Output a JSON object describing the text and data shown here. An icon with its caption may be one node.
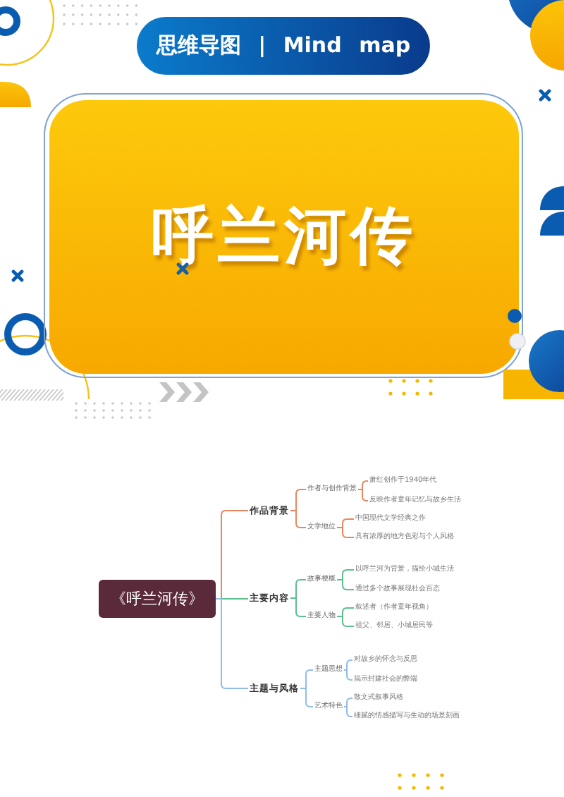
{
  "diagram": {
    "nodes": [
      {
        "text": [
          "思维导图 | Mind map"
        ]
      },
      {
        "text": [
          "呼兰河传"
        ]
      },
      {
        "text": [
          "《呼兰河传》"
        ]
      },
      {
        "text": [
          "作品背景"
        ]
      },
      {
        "text": [
          "作者与创作背景"
        ]
      },
      {
        "text": [
          "萧红创作于1940年代"
        ]
      },
      {
        "text": [
          "反映作者童年记忆与故乡生活"
        ]
      },
      {
        "text": [
          "文学地位"
        ]
      },
      {
        "text": [
          "中国现代文学经典之作"
        ]
      },
      {
        "text": [
          "具有浓厚的地方色彩与个人风格"
        ]
      },
      {
        "text": [
          "主要内容"
        ]
      },
      {
        "text": [
          "故事梗概"
        ]
      },
      {
        "text": [
          "以呼兰河为背景，描绘小城生活"
        ]
      },
      {
        "text": [
          "通过多个故事展现社会百态"
        ]
      },
      {
        "text": [
          "主要人物"
        ]
      },
      {
        "text": [
          "叙述者（作者童年视角）"
        ]
      },
      {
        "text": [
          "祖父、邻居、小城居民等"
        ]
      },
      {
        "text": [
          "主题与风格"
        ]
      },
      {
        "text": [
          "主题思想"
        ]
      },
      {
        "text": [
          "对故乡的怀念与反思"
        ]
      },
      {
        "text": [
          "揭示封建社会的弊端"
        ]
      },
      {
        "text": [
          "艺术特色"
        ]
      },
      {
        "text": [
          "散文式叙事风格"
        ]
      },
      {
        "text": [
          "细腻的情感描写与生动的场景刻画"
        ]
      }
    ],
    "edges": [
      {
        "from": 2,
        "to": 3,
        "arrow": "none",
        "color": "#e8875f"
      },
      {
        "from": 3,
        "to": 4,
        "arrow": "none",
        "color": "#e8875f"
      },
      {
        "from": 4,
        "to": 5,
        "arrow": "none",
        "color": "#e8875f"
      },
      {
        "from": 4,
        "to": 6,
        "arrow": "none",
        "color": "#e8875f"
      },
      {
        "from": 3,
        "to": 7,
        "arrow": "none",
        "color": "#e8875f"
      },
      {
        "from": 7,
        "to": 8,
        "arrow": "none",
        "color": "#e8875f"
      },
      {
        "from": 7,
        "to": 9,
        "arrow": "none",
        "color": "#e8875f"
      },
      {
        "from": 2,
        "to": 10,
        "arrow": "none",
        "color": "#5cbf8e"
      },
      {
        "from": 10,
        "to": 11,
        "arrow": "none",
        "color": "#5cbf8e"
      },
      {
        "from": 11,
        "to": 12,
        "arrow": "none",
        "color": "#5cbf8e"
      },
      {
        "from": 11,
        "to": 13,
        "arrow": "none",
        "color": "#5cbf8e"
      },
      {
        "from": 10,
        "to": 14,
        "arrow": "none",
        "color": "#5cbf8e"
      },
      {
        "from": 14,
        "to": 15,
        "arrow": "none",
        "color": "#5cbf8e"
      },
      {
        "from": 14,
        "to": 16,
        "arrow": "none",
        "color": "#5cbf8e"
      },
      {
        "from": 2,
        "to": 17,
        "arrow": "none",
        "color": "#8fbde8"
      },
      {
        "from": 17,
        "to": 18,
        "arrow": "none",
        "color": "#8fbde8"
      },
      {
        "from": 18,
        "to": 19,
        "arrow": "none",
        "color": "#8fbde8"
      },
      {
        "from": 18,
        "to": 20,
        "arrow": "none",
        "color": "#8fbde8"
      },
      {
        "from": 17,
        "to": 21,
        "arrow": "none",
        "color": "#8fbde8"
      },
      {
        "from": 21,
        "to": 22,
        "arrow": "none",
        "color": "#8fbde8"
      },
      {
        "from": 21,
        "to": 23,
        "arrow": "none",
        "color": "#8fbde8"
      }
    ]
  }
}
